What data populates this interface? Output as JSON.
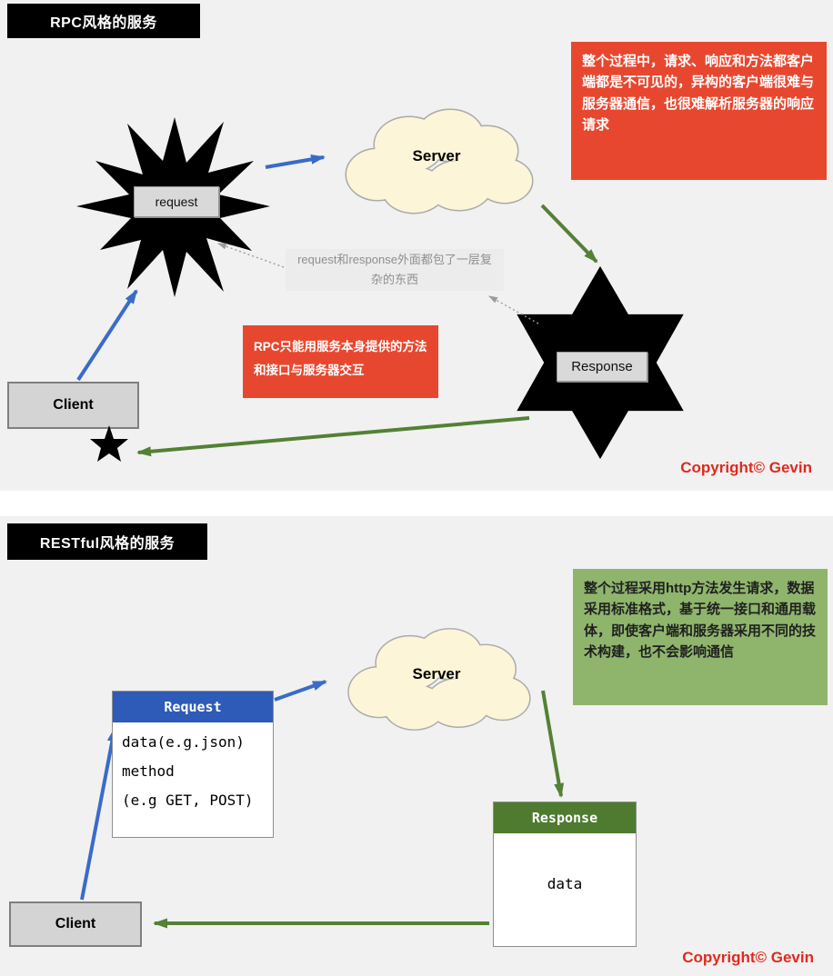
{
  "rpc": {
    "title": "RPC风格的服务",
    "note": "整个过程中，请求、响应和方法都客户端都是不可见的，异构的客户端很难与服务器通信，也很难解析服务器的响应请求",
    "server": "Server",
    "request": "request",
    "response": "Response",
    "client": "Client",
    "wrap_note": "request和response外面都包了一层复杂的东西",
    "method_note": "RPC只能用服务本身提供的方法和接口与服务器交互",
    "copyright": "Copyright© Gevin"
  },
  "rest": {
    "title": "RESTful风格的服务",
    "note": "整个过程采用http方法发生请求，数据采用标准格式，基于统一接口和通用载体，即使客户端和服务器采用不同的技术构建，也不会影响通信",
    "server": "Server",
    "request_header": "Request",
    "request_lines": [
      "data(e.g.json)",
      "method",
      "(e.g GET, POST)"
    ],
    "response_header": "Response",
    "response_body": "data",
    "client": "Client",
    "copyright": "Copyright© Gevin"
  },
  "colors": {
    "red_note": "#e8472f",
    "green_note": "#8fb56c",
    "blue_arrow": "#3a6bc8",
    "green_arrow": "#538135",
    "request_header_bg": "#2e5bb7",
    "response_header_bg": "#4e7b2f",
    "cloud_fill": "#fcf5d8",
    "panel_bg": "#f1f1f1",
    "copyright_red": "#e02a1f"
  }
}
